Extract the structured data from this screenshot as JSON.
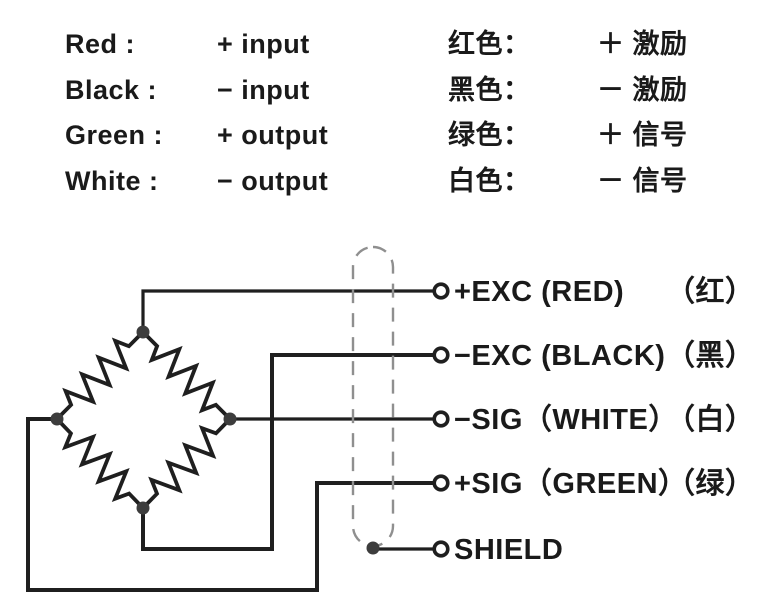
{
  "legend_en": {
    "rows": [
      {
        "label": "Red :",
        "value": "+ input"
      },
      {
        "label": "Black :",
        "value": "− input"
      },
      {
        "label": "Green :",
        "value": "+ output"
      },
      {
        "label": "White :",
        "value": "− output"
      }
    ]
  },
  "legend_cn": {
    "rows": [
      {
        "label": "红色：",
        "value": "＋ 激励"
      },
      {
        "label": "黑色：",
        "value": "－ 激励"
      },
      {
        "label": "绿色：",
        "value": "＋ 信号"
      },
      {
        "label": "白色：",
        "value": "－ 信号"
      }
    ]
  },
  "terminals": [
    {
      "label": "+EXC (RED)",
      "cn": "（红）"
    },
    {
      "label": "−EXC (BLACK)",
      "cn": "（黑）"
    },
    {
      "label": "−SIG（WHITE）",
      "cn": "（白）"
    },
    {
      "label": "+SIG（GREEN）",
      "cn": "（绿）"
    },
    {
      "label": "SHIELD",
      "cn": ""
    }
  ],
  "colors": {
    "line": "#1f1f1f",
    "dash": "#8f8f8f",
    "text": "#1a1a1a",
    "background": "#ffffff"
  }
}
